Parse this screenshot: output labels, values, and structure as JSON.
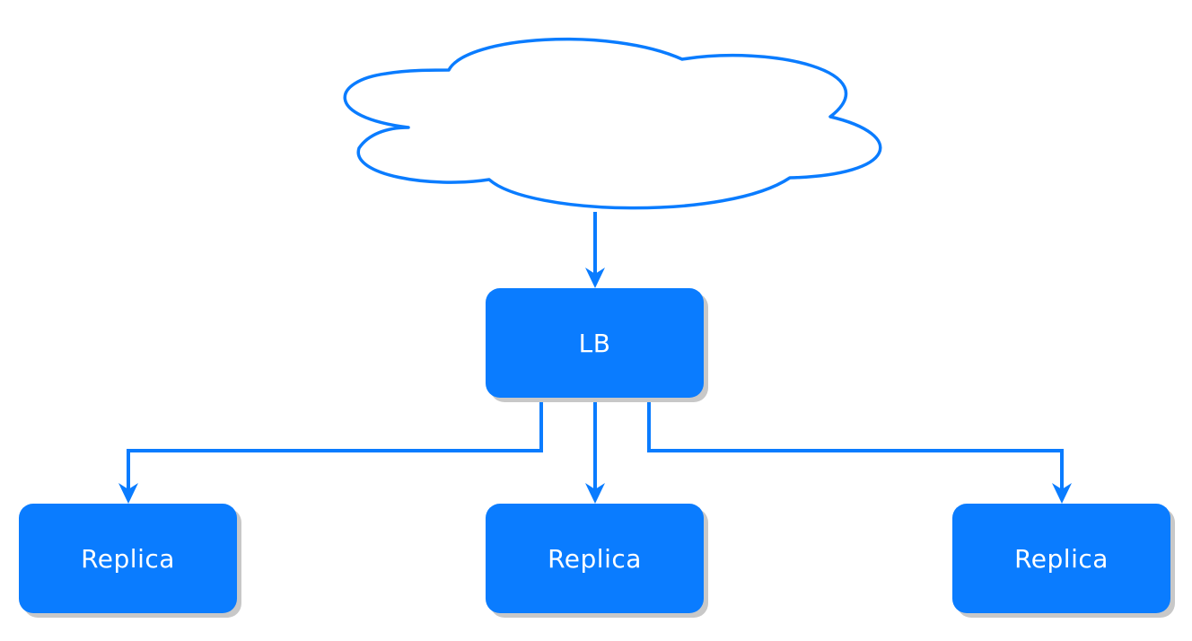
{
  "colors": {
    "node_fill": "#0a7cff",
    "edge_stroke": "#0a7cff",
    "shadow": "#c8c8c8",
    "text": "#ffffff"
  },
  "nodes": {
    "cloud": {
      "shape": "cloud",
      "label": ""
    },
    "lb": {
      "shape": "rounded-rectangle",
      "label": "LB"
    },
    "replicas": [
      {
        "shape": "rounded-rectangle",
        "label": "Replica"
      },
      {
        "shape": "rounded-rectangle",
        "label": "Replica"
      },
      {
        "shape": "rounded-rectangle",
        "label": "Replica"
      }
    ]
  },
  "edges": [
    {
      "from": "cloud",
      "to": "lb"
    },
    {
      "from": "lb",
      "to": "replica-1"
    },
    {
      "from": "lb",
      "to": "replica-2"
    },
    {
      "from": "lb",
      "to": "replica-3"
    }
  ]
}
